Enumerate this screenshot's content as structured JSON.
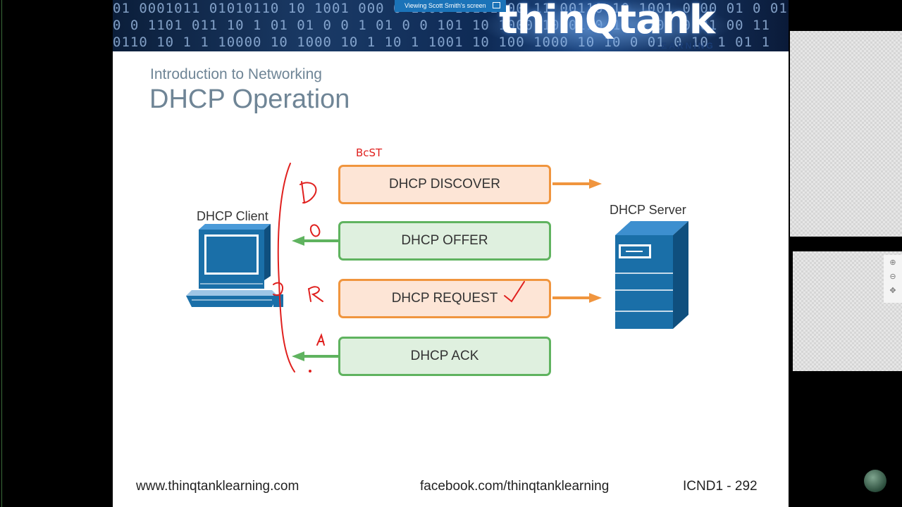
{
  "banner": {
    "logo_text": "thinQtank",
    "logo_sub": "LEARNING",
    "bits_row1": "01 0001011 01010110 10 1001 000 0 1000 10101100 11 00110 10 1001 0100 01 0 01",
    "bits_row2": "0 0 1101 011 10 1 01 01 0 0 1 01 0 0 101 10 1000 10 0110 10 0101 0 01 00 11",
    "bits_row3": "0110 10 1 1 10000 10 1000 10 1 10 1 1001 10 100 1000 10 10 0 01 0 10 1 01 1"
  },
  "viewing": {
    "label": "Viewing Scott Smith's screen"
  },
  "slide": {
    "subtitle": "Introduction to Networking",
    "title": "DHCP Operation"
  },
  "diagram": {
    "client_label": "DHCP Client",
    "server_label": "DHCP Server",
    "boxes": [
      {
        "label": "DHCP DISCOVER",
        "color": "#f0953e"
      },
      {
        "label": "DHCP OFFER",
        "color": "#5fb35f"
      },
      {
        "label": "DHCP REQUEST",
        "color": "#f0953e"
      },
      {
        "label": "DHCP ACK",
        "color": "#5fb35f"
      }
    ],
    "annotations": {
      "top_note": "BcST",
      "d": "D",
      "o": "O",
      "r": "R",
      "a": "A"
    }
  },
  "footer": {
    "website": "www.thinqtanklearning.com",
    "facebook": "facebook.com/thinqtanklearning",
    "page": "ICND1 - 292"
  },
  "colors": {
    "accent_red": "#e0201e",
    "title_gray": "#6f8596",
    "computer_blue": "#1a6fa8"
  },
  "icons": [
    "zoom-in-icon",
    "zoom-out-icon",
    "move-icon",
    "screen-share-icon"
  ]
}
